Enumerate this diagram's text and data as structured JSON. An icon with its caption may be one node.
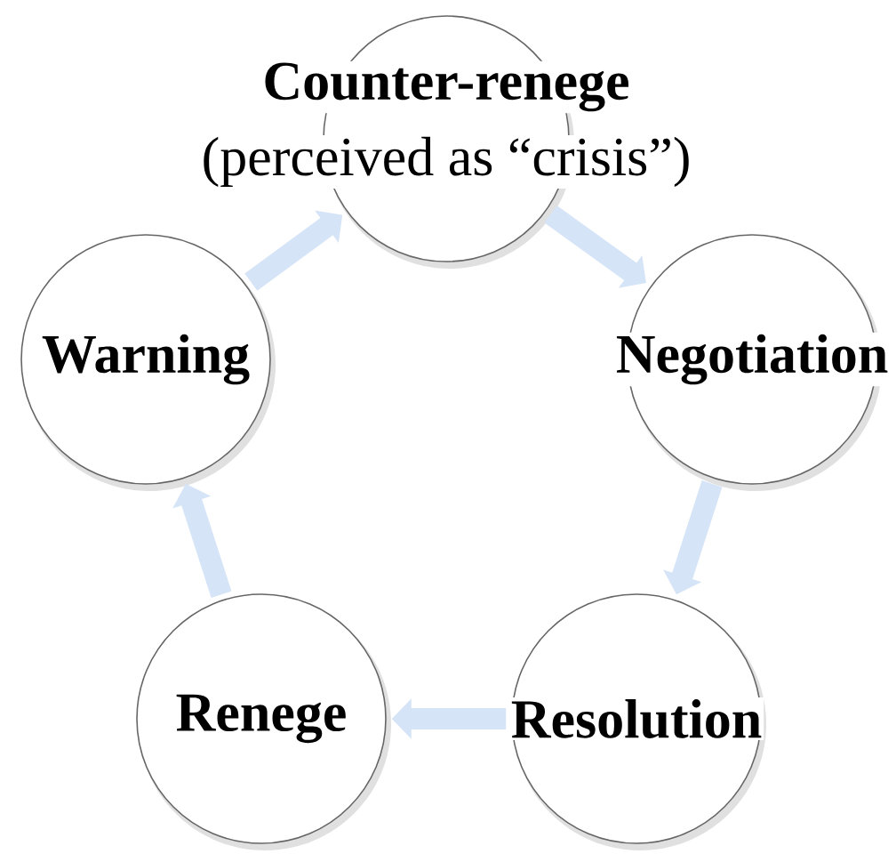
{
  "diagram": {
    "nodes": [
      {
        "text": [
          "Counter-renege",
          "(perceived as “crisis”)"
        ]
      },
      {
        "text": [
          "Warning"
        ]
      },
      {
        "text": [
          "Negotiation"
        ]
      },
      {
        "text": [
          "Renege"
        ]
      },
      {
        "text": [
          "Resolution"
        ]
      }
    ],
    "edges": [
      {
        "from": 0,
        "to": 2,
        "arrow": "to"
      },
      {
        "from": 2,
        "to": 4,
        "arrow": "to"
      },
      {
        "from": 4,
        "to": 3,
        "arrow": "to"
      },
      {
        "from": 3,
        "to": 1,
        "arrow": "to"
      },
      {
        "from": 1,
        "to": 0,
        "arrow": "to"
      }
    ]
  }
}
